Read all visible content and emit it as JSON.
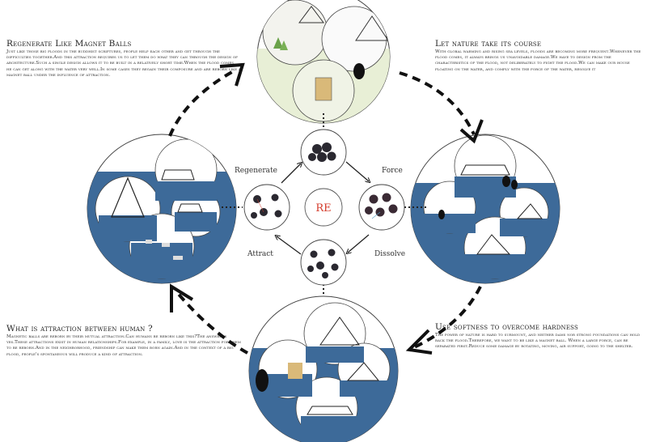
{
  "blocks": {
    "top_left": {
      "title": "Regenerate Like Magnet Balls",
      "body": "Just like those big floods in the buddhist scriptures, people help each other and get through the difficulties together.And this attraction requires us to let them do what they can through the design of architecture.Such a single design allows it to be built in a relatively short time.When the flood comes, he can get along with the water very well.In some cases they regain their composure and are reborn like a magnet ball under the influence of attraction."
    },
    "top_right": {
      "title": "Let nature take its course",
      "body": "With global warming and rising sea levels, floods are becoming more frequent.Whenever the flood comes, it always brings us unavoidable damage.We have to design from the characteristics of the flood, not deliberately to fight the flood.We can make our house floating on the water, and comply with the force of the water, resolve it"
    },
    "bottom_left": {
      "title": "What is  attraction between human ?",
      "body": "Magnetic balls are reborn by their mutual attraction.Can humans be reborn like this?The answer is yes.These attractions exist in human relationships.For example, in a family, love is the attraction for them to be reborn.And in the neighborhood, friendship can make them born again.And in the context of a big flood, people's spontaneous will produce a kind of attraction."
    },
    "bottom_right": {
      "title": "Use softness to overcome hardness",
      "body": "The power of nature is hard to surmount, and neither dams nor strong foundations can hold back the flood.Therefore, we want to be like a magnet ball. When a large force, can be separated first.Reduce some damage by rotating, moving, air support, going to the shelter."
    }
  },
  "cycle": {
    "center": "RE",
    "labels": {
      "regenerate": "Regenerate",
      "force": "Force",
      "dissolve": "Dissolve",
      "attract": "Attract"
    }
  },
  "colors": {
    "water": "#3d6a99",
    "ink": "#222222",
    "accent": "#d43a2a",
    "ball": "#2a2830"
  }
}
